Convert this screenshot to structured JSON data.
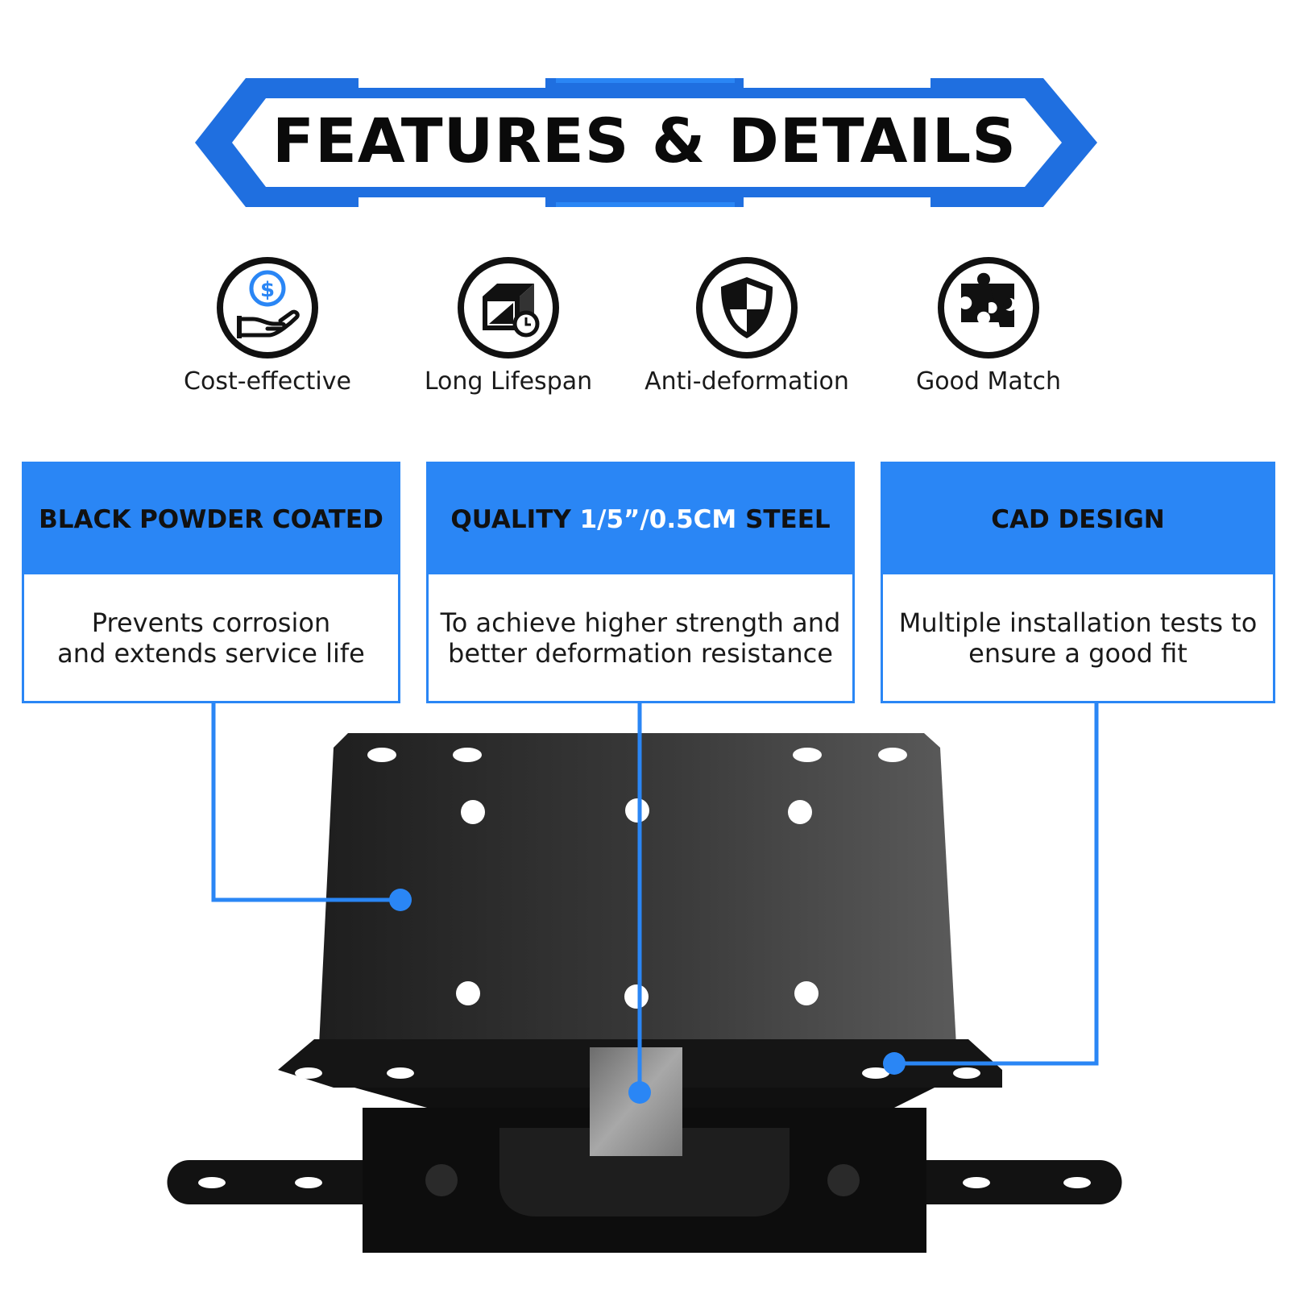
{
  "banner": {
    "title": "FEATURES & DETAILS"
  },
  "features": [
    {
      "label": "Cost-effective",
      "icon": "dollar-hand-icon"
    },
    {
      "label": "Long Lifespan",
      "icon": "steel-beam-clock-icon"
    },
    {
      "label": "Anti-deformation",
      "icon": "shield-icon"
    },
    {
      "label": "Good Match",
      "icon": "puzzle-icon"
    }
  ],
  "cards": [
    {
      "title": "BLACK POWDER COATED",
      "title_accent": "",
      "title_suffix": "",
      "body_line1": "Prevents corrosion",
      "body_line2": "and extends service life"
    },
    {
      "title": "QUALITY ",
      "title_accent": "1/5”/0.5CM",
      "title_suffix": " STEEL",
      "body_line1": "To achieve higher strength and",
      "body_line2": "better deformation resistance"
    },
    {
      "title": "CAD DESIGN",
      "title_accent": "",
      "title_suffix": "",
      "body_line1": "Multiple installation tests to",
      "body_line2": "ensure a good fit"
    }
  ],
  "colors": {
    "accent": "#2a86f5",
    "plate": "#1c1c1c",
    "text": "#111111"
  },
  "product": {
    "name": "winch-mounting-plate"
  }
}
